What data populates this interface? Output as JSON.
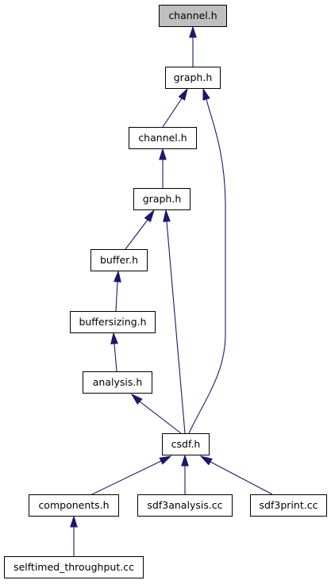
{
  "colors": {
    "edge": "#191970",
    "node_border": "#000000",
    "node_fill": "#ffffff",
    "highlight_fill": "#bfbfbf"
  },
  "nodes": {
    "channel_top": "channel.h",
    "graph_1": "graph.h",
    "channel_2": "channel.h",
    "graph_2": "graph.h",
    "buffer": "buffer.h",
    "buffersizing": "buffersizing.h",
    "analysis": "analysis.h",
    "csdf": "csdf.h",
    "components": "components.h",
    "sdf3analysis": "sdf3analysis.cc",
    "sdf3print": "sdf3print.cc",
    "selftimed": "selftimed_throughput.cc"
  },
  "edges": [
    [
      "graph_1",
      "channel_top"
    ],
    [
      "channel_2",
      "graph_1"
    ],
    [
      "csdf",
      "graph_1"
    ],
    [
      "graph_2",
      "channel_2"
    ],
    [
      "buffer",
      "graph_2"
    ],
    [
      "csdf",
      "graph_2"
    ],
    [
      "buffersizing",
      "buffer"
    ],
    [
      "analysis",
      "buffersizing"
    ],
    [
      "csdf",
      "analysis"
    ],
    [
      "components",
      "csdf"
    ],
    [
      "sdf3analysis",
      "csdf"
    ],
    [
      "sdf3print",
      "csdf"
    ],
    [
      "selftimed",
      "components"
    ]
  ]
}
